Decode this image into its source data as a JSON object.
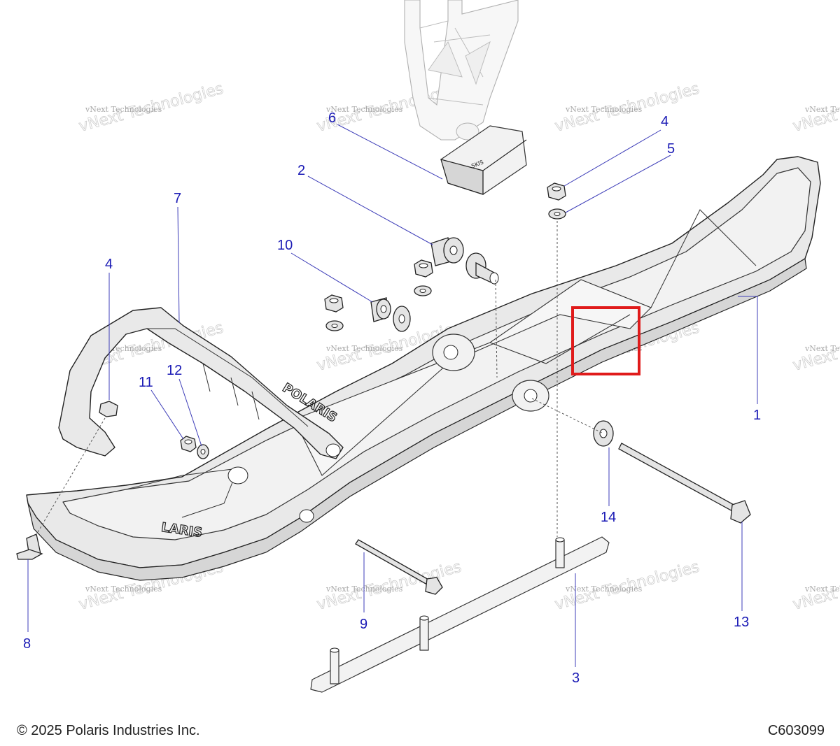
{
  "callouts": [
    {
      "num": "1"
    },
    {
      "num": "2"
    },
    {
      "num": "3"
    },
    {
      "num": "4"
    },
    {
      "num": "4"
    },
    {
      "num": "5"
    },
    {
      "num": "6"
    },
    {
      "num": "7"
    },
    {
      "num": "8"
    },
    {
      "num": "9"
    },
    {
      "num": "10"
    },
    {
      "num": "11"
    },
    {
      "num": "12"
    },
    {
      "num": "13"
    },
    {
      "num": "14"
    }
  ],
  "watermark": {
    "line1": "vNext Technologies",
    "logo": "vNext Technologies"
  },
  "brand_marks": {
    "ski_label": "POLARIS",
    "ski_tip_label": "LARIS"
  },
  "colors": {
    "callout": "#1a1ab5",
    "highlight": "#e01b1b",
    "part_fill": "#e9e9e9",
    "outline": "#222222"
  },
  "footer": {
    "copyright": "© 2025 Polaris Industries Inc.",
    "figure_id": "C603099"
  }
}
